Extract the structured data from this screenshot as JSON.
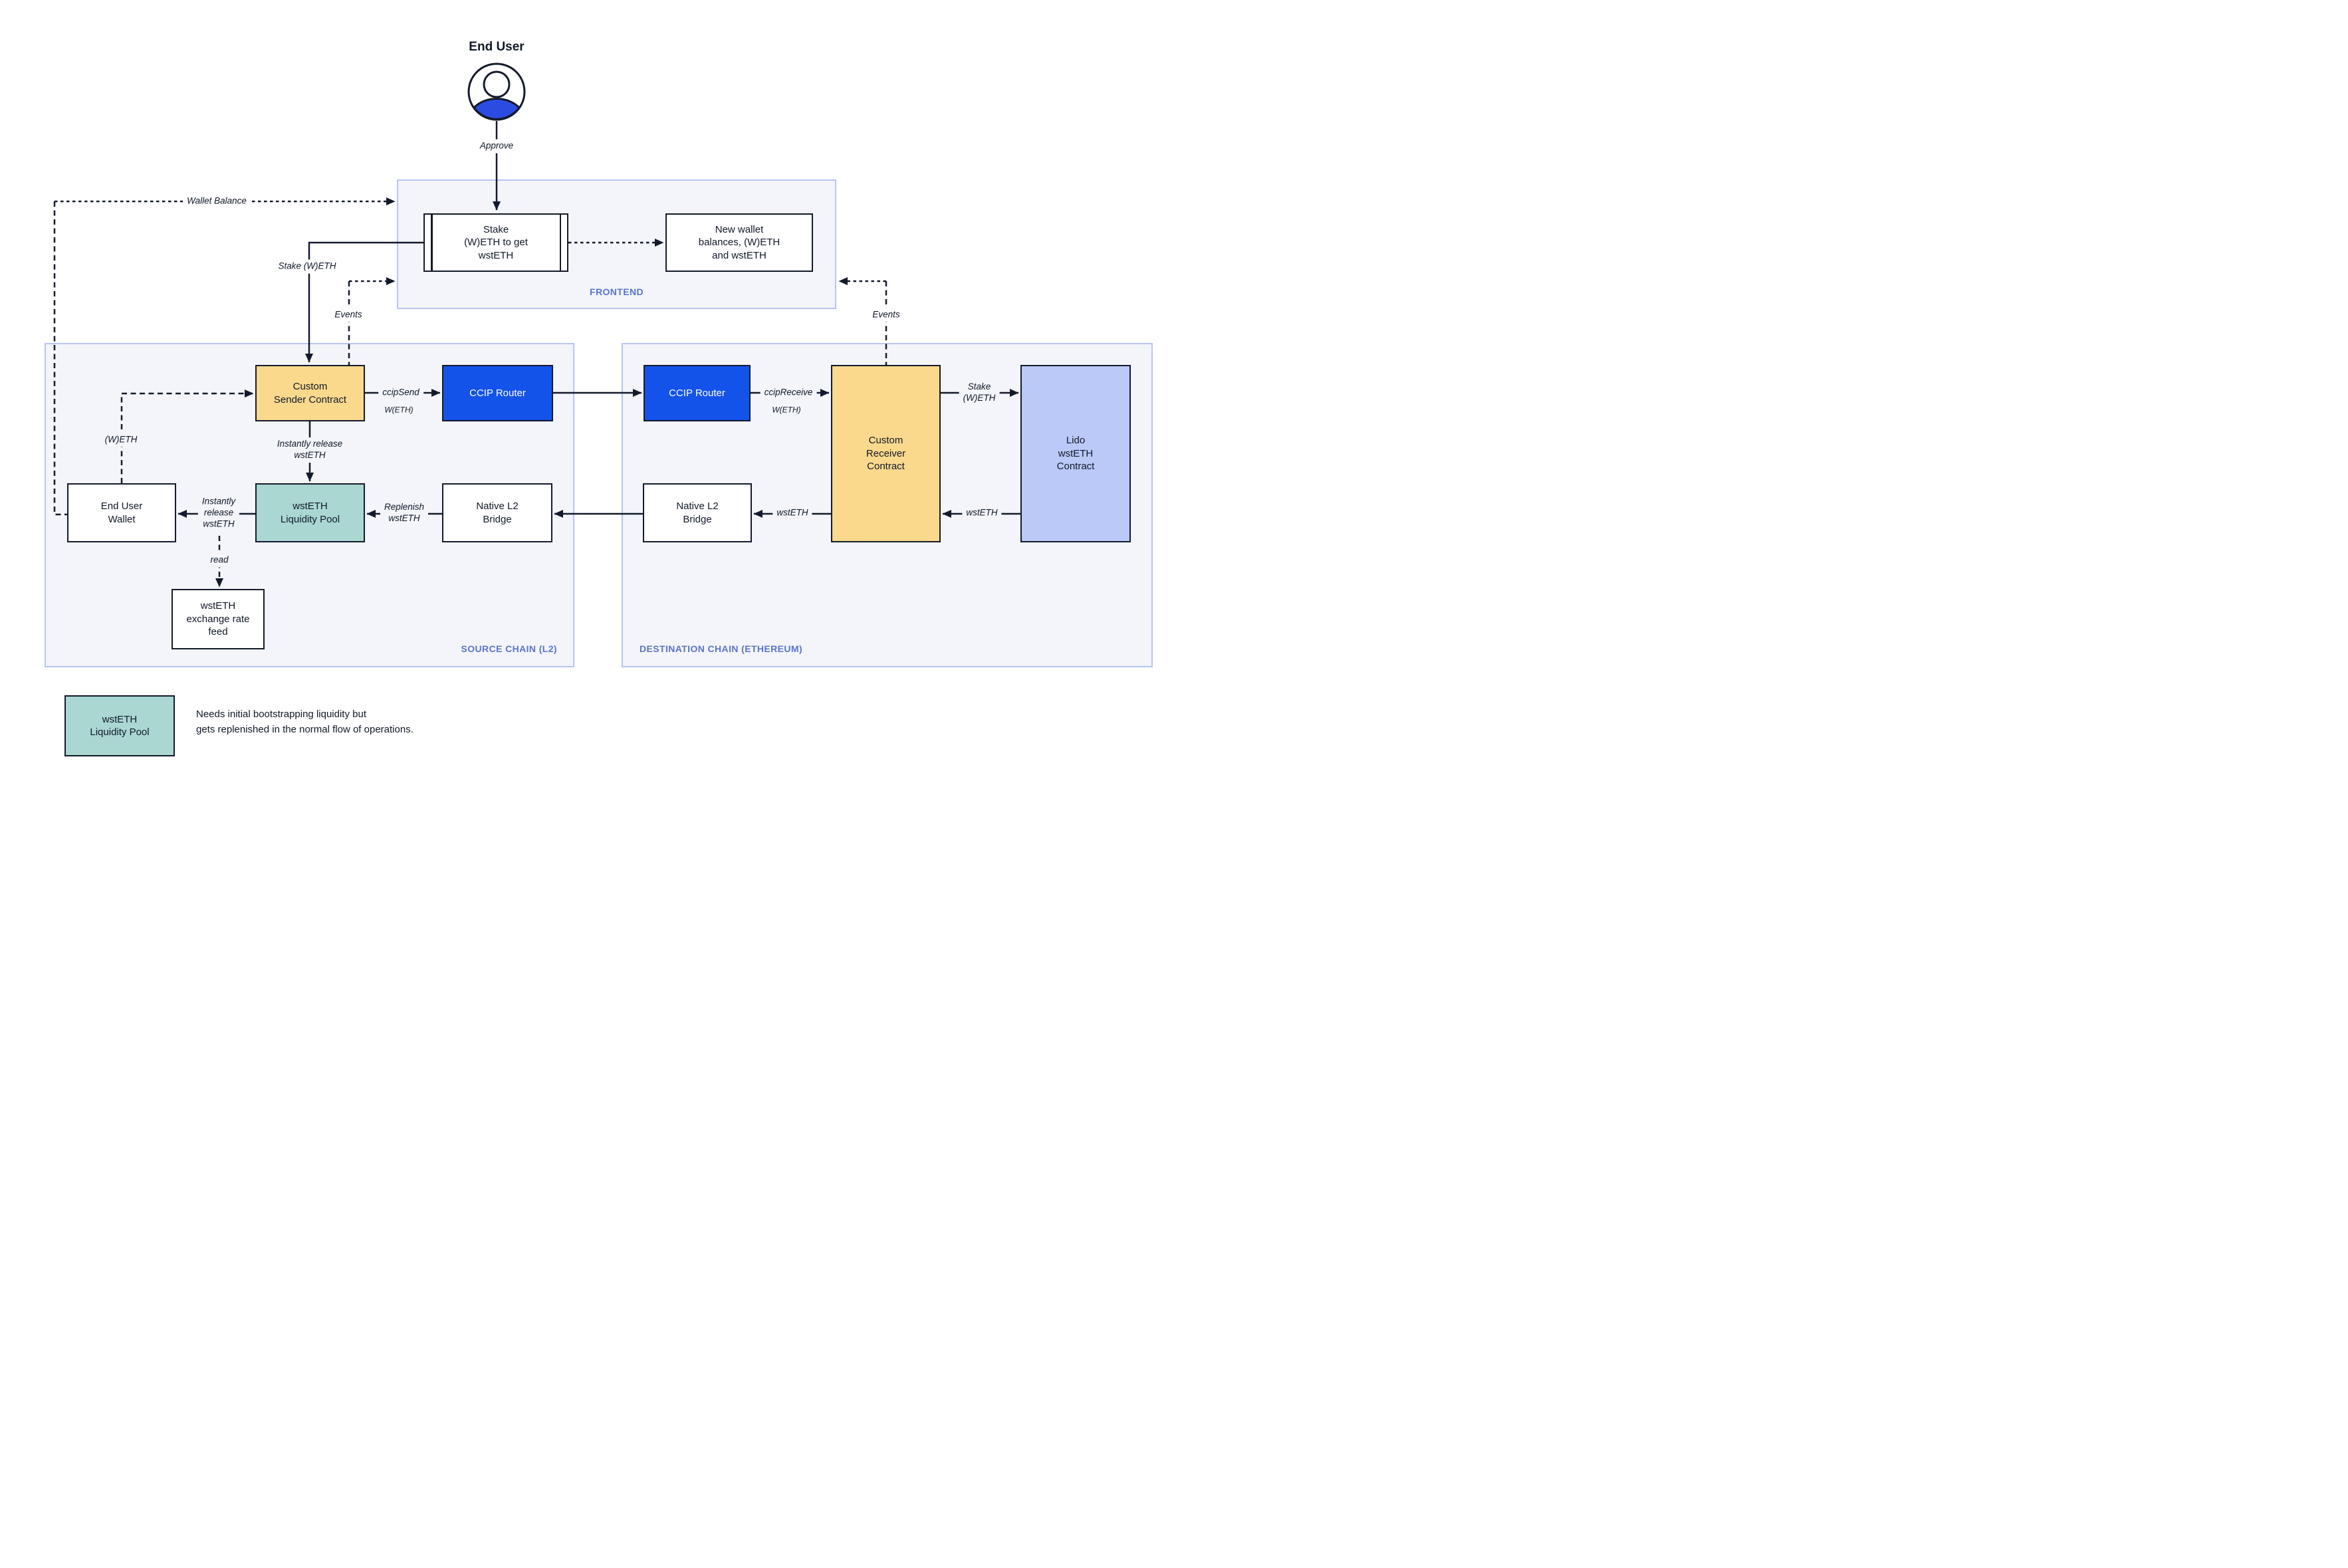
{
  "colors": {
    "line": "#131a2b",
    "node-border": "#131a2b",
    "text": "#101828",
    "bg-panel": "#f3f5fb",
    "panel-border": "#b8c5f1",
    "accent-label": "#5b74c9",
    "yellow": "#fad98d",
    "blue": "#1453e9",
    "teal": "#aad7d2",
    "periwinkle": "#bac9f8",
    "user-fill": "#2c4be0"
  },
  "actors": {
    "end_user": {
      "label": "End User",
      "icon": "person-icon"
    }
  },
  "sections": {
    "frontend": {
      "label": "FRONTEND"
    },
    "source_chain": {
      "label": "SOURCE CHAIN (L2)"
    },
    "destination_chain": {
      "label": "DESTINATION CHAIN (ETHEREUM)"
    }
  },
  "nodes": {
    "stake_widget": {
      "label": "Stake\n(W)ETH to get\nwstETH"
    },
    "new_wallet_balances": {
      "label": "New wallet\nbalances, (W)ETH\nand wstETH"
    },
    "custom_sender": {
      "label": "Custom\nSender Contract"
    },
    "ccip_router_source": {
      "label": "CCIP Router"
    },
    "ccip_router_destination": {
      "label": "CCIP Router"
    },
    "custom_receiver": {
      "label": "Custom\nReceiver\nContract"
    },
    "lido_wsteth": {
      "label": "Lido\nwstETH\nContract"
    },
    "native_l2_bridge_source": {
      "label": "Native L2\nBridge"
    },
    "native_l2_bridge_destination": {
      "label": "Native L2\nBridge"
    },
    "wsteth_liquidity_pool": {
      "label": "wstETH\nLiquidity Pool"
    },
    "end_user_wallet": {
      "label": "End User\nWallet"
    },
    "wsteth_exchange_rate_feed": {
      "label": "wstETH\nexchange rate\nfeed"
    }
  },
  "edges": {
    "approve": "Approve",
    "wallet_balance": "Wallet Balance",
    "stake_weth_source": "Stake (W)ETH",
    "events_source": "Events",
    "events_destination": "Events",
    "ccip_send": "ccipSend",
    "ccip_send_asset": "W(ETH)",
    "ccip_receive": "ccipReceive",
    "ccip_receive_asset": "W(ETH)",
    "stake_weth_destination": "Stake\n(W)ETH",
    "weth_return": "(W)ETH",
    "wsteth_from_lido": "wstETH",
    "wsteth_to_bridge": "wstETH",
    "replenish": "Replenish\nwstETH",
    "instant_release_vertical": "Instantly release\nwstETH",
    "instant_release_horizontal": "Instantly\nrelease\nwstETH",
    "read": "read"
  },
  "legend": {
    "swatch_label": "wstETH\nLiquidity Pool",
    "note": "Needs initial bootstrapping liquidity but\ngets replenished in the normal flow of operations."
  }
}
